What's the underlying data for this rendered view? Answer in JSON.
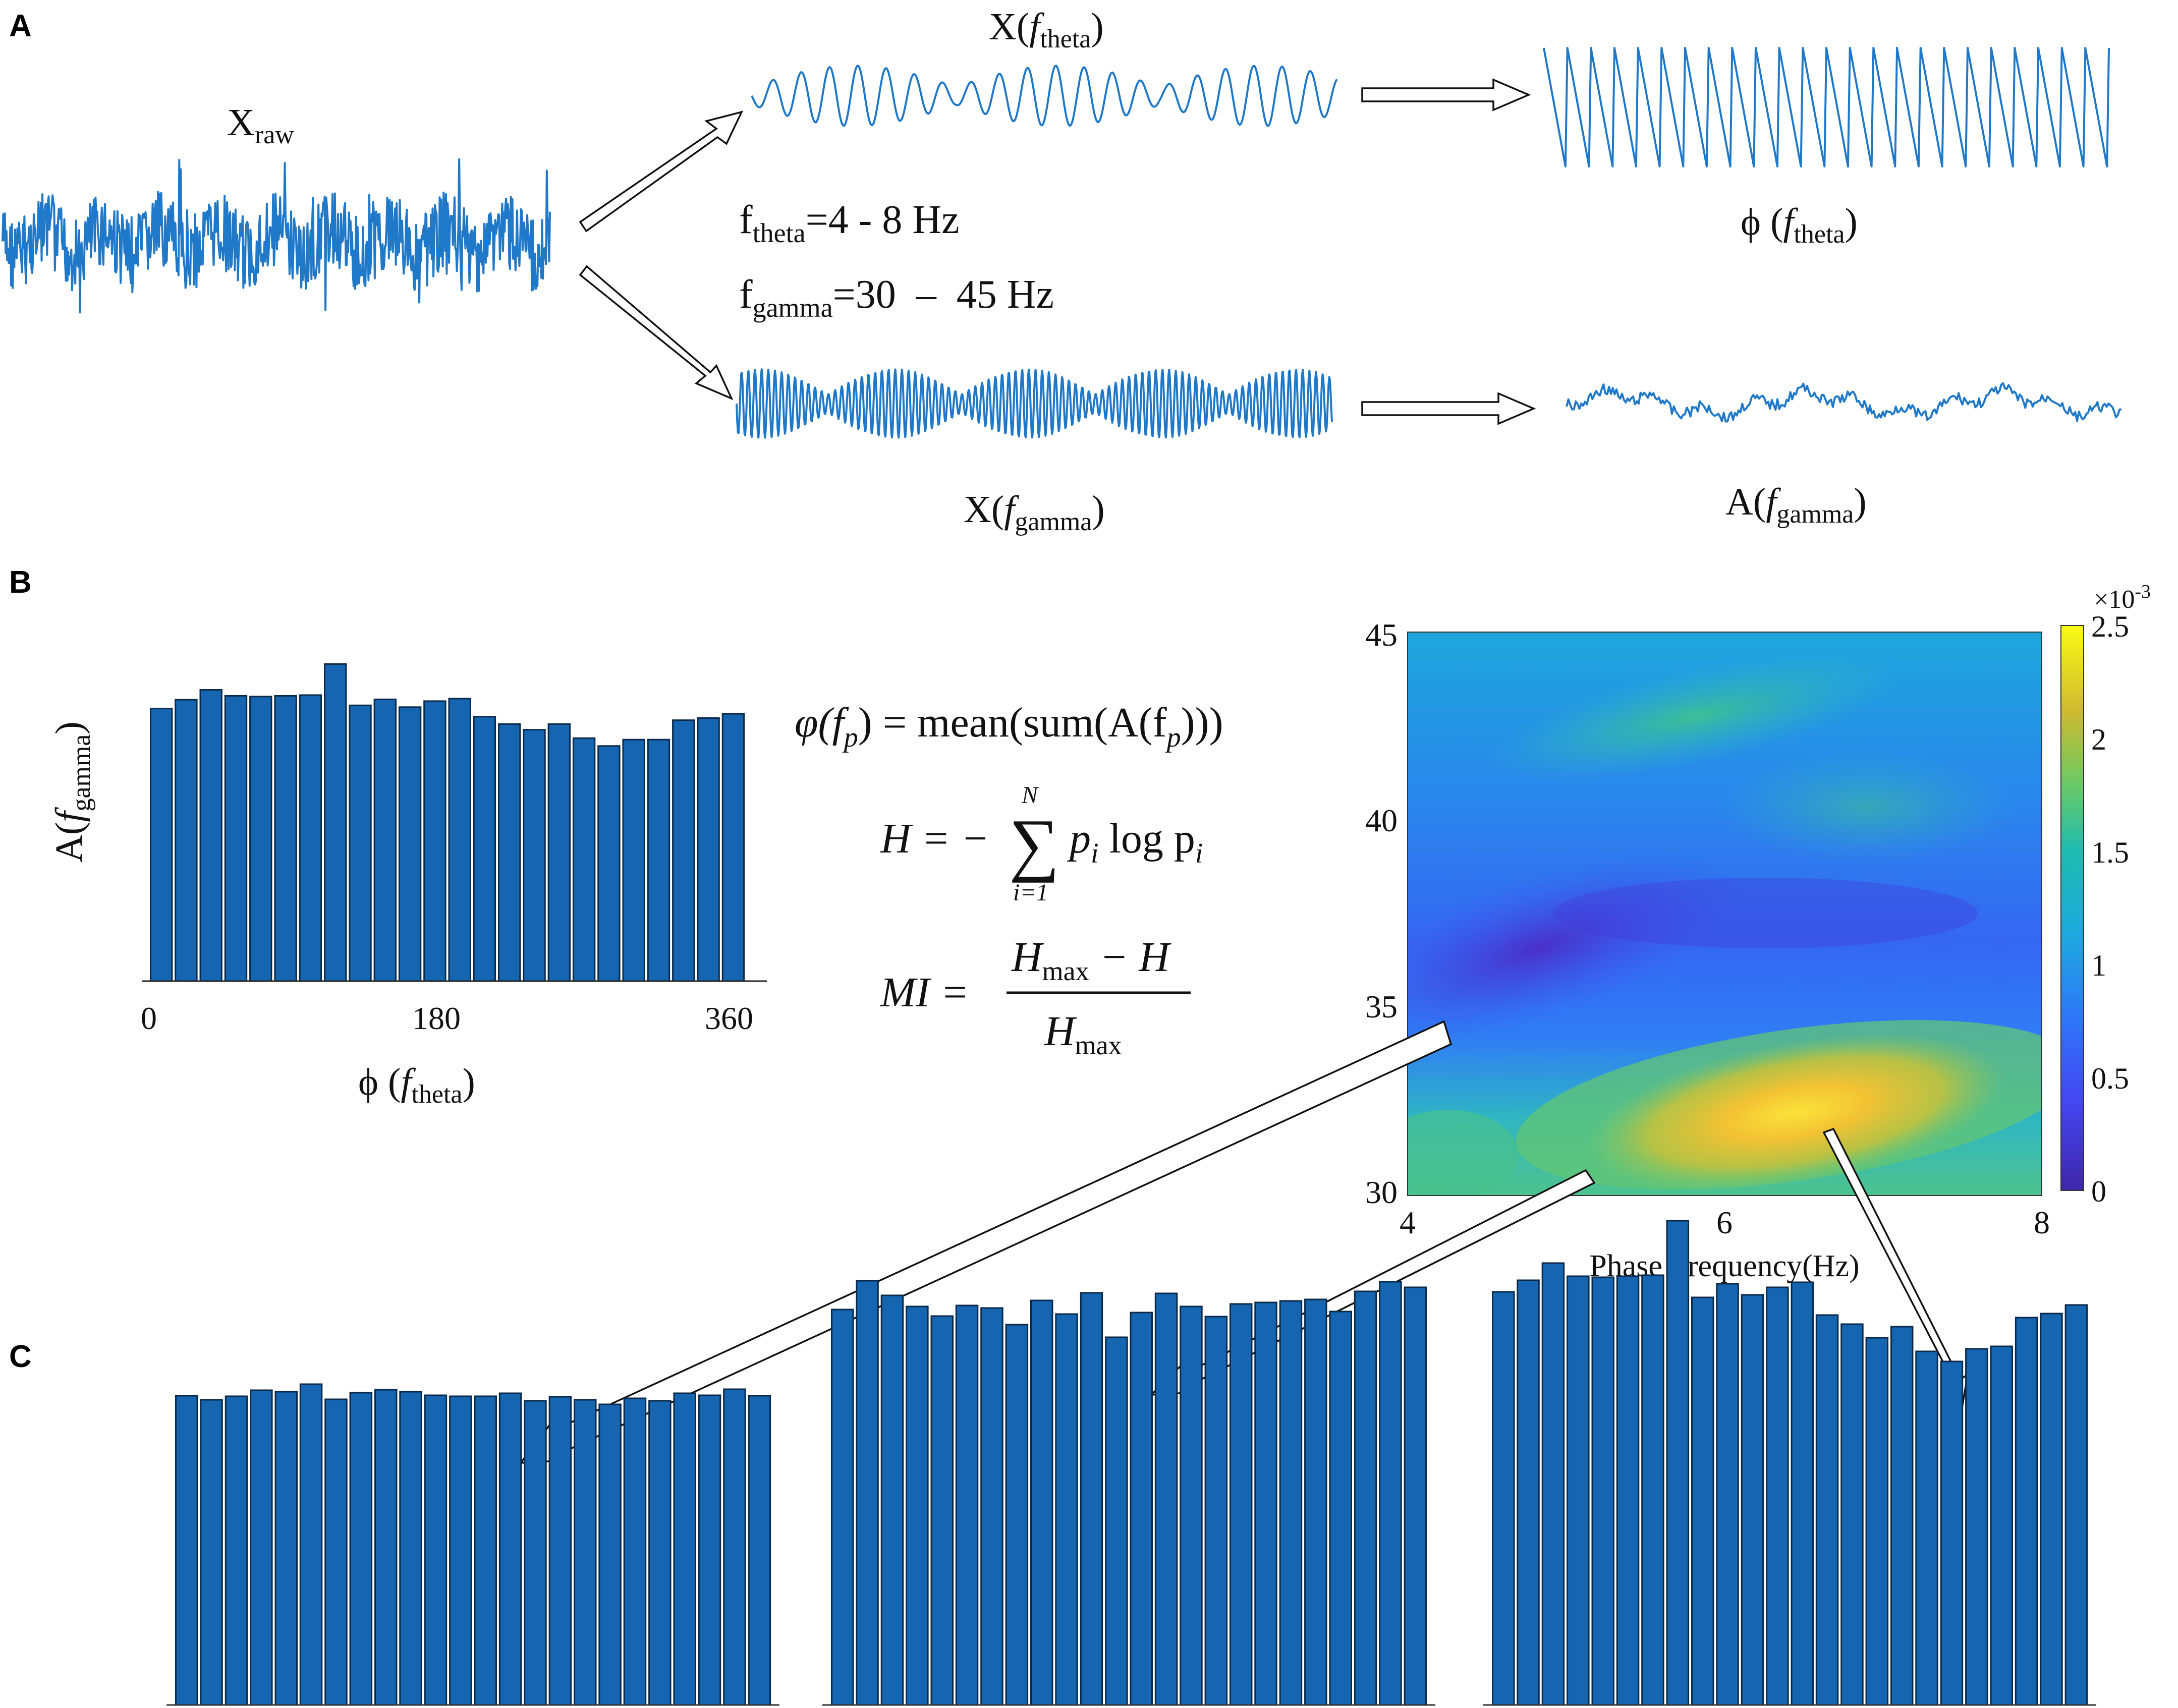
{
  "panel_labels": [
    "A",
    "B",
    "C"
  ],
  "panel_a": {
    "raw_label": {
      "main": "X",
      "sub": "raw"
    },
    "theta_label": {
      "main": "X(",
      "italic": "f",
      "sub": "theta",
      "close": ")"
    },
    "gamma_label": {
      "main": "X(",
      "italic": "f",
      "sub": "gamma",
      "close": ")"
    },
    "phase_label": {
      "main": "ϕ (",
      "italic": "f",
      "sub": "theta",
      "close": ")"
    },
    "amp_label": {
      "main": "A(",
      "italic": "f",
      "sub": "gamma",
      "close": ")"
    },
    "band_theta": {
      "pre": "f",
      "sub": "theta",
      "post": "=4 - 8 Hz"
    },
    "band_gamma": {
      "pre": "f",
      "sub": "gamma",
      "post": "=30  –  45 Hz"
    }
  },
  "formulas": {
    "f1_lhs": "φ(f",
    "f1_sub": "p",
    "f1_mid": ") = mean(sum(A(f",
    "f1_end": ")))",
    "f2_lhs": "H = −",
    "f2_sum": "∑",
    "f2_top": "N",
    "f2_bottom": "i=1",
    "f2_rhs": "p",
    "f2_sub1": "i",
    "f2_log": " log p",
    "f2_sub2": "i",
    "f3_lhs": "MI =",
    "f3_num": "H",
    "f3_num_sub": "max",
    "f3_num_rest": " − H",
    "f3_den": "H",
    "f3_den_sub": "max"
  },
  "chart_data": [
    {
      "type": "bar",
      "panel": "B-left",
      "ylabel": "A(fgamma)",
      "xlabel": "ϕ (ftheta)",
      "xticks": [
        "0",
        "180",
        "360"
      ],
      "xlim": [
        0,
        360
      ],
      "ylim": [
        0,
        1
      ],
      "values": [
        0.772,
        0.797,
        0.825,
        0.808,
        0.806,
        0.808,
        0.81,
        0.898,
        0.781,
        0.798,
        0.776,
        0.793,
        0.8,
        0.749,
        0.728,
        0.712,
        0.728,
        0.688,
        0.666,
        0.684,
        0.684,
        0.739,
        0.745,
        0.757
      ]
    },
    {
      "type": "heatmap",
      "panel": "B-right",
      "xlabel": "Phase Frequency(Hz)",
      "xticks": [
        "4",
        "6",
        "8"
      ],
      "yticks": [
        "30",
        "35",
        "40",
        "45"
      ],
      "xlim": [
        4,
        8
      ],
      "ylim": [
        30,
        45
      ],
      "colorbar": {
        "ticks": [
          "0",
          "0.5",
          "1",
          "1.5",
          "2",
          "2.5"
        ],
        "range": [
          0,
          0.0025
        ],
        "exponent": "×10",
        "exponent_power": "-3"
      },
      "colormap": "parula"
    },
    {
      "type": "bar",
      "panel": "C-1",
      "ylim": [
        0,
        1
      ],
      "values": [
        0.613,
        0.605,
        0.612,
        0.624,
        0.621,
        0.636,
        0.606,
        0.619,
        0.625,
        0.621,
        0.614,
        0.612,
        0.612,
        0.618,
        0.603,
        0.611,
        0.605,
        0.596,
        0.608,
        0.603,
        0.618,
        0.614,
        0.626,
        0.613
      ]
    },
    {
      "type": "bar",
      "panel": "C-2",
      "ylim": [
        0,
        1
      ],
      "values": [
        0.784,
        0.841,
        0.812,
        0.79,
        0.771,
        0.792,
        0.787,
        0.754,
        0.802,
        0.775,
        0.817,
        0.729,
        0.778,
        0.816,
        0.79,
        0.77,
        0.795,
        0.798,
        0.801,
        0.804,
        0.78,
        0.82,
        0.839,
        0.828
      ]
    },
    {
      "type": "bar",
      "panel": "C-3",
      "ylim": [
        0,
        1
      ],
      "values": [
        0.819,
        0.842,
        0.876,
        0.85,
        0.848,
        0.85,
        0.852,
        0.96,
        0.808,
        0.835,
        0.813,
        0.828,
        0.838,
        0.773,
        0.755,
        0.728,
        0.75,
        0.701,
        0.681,
        0.706,
        0.711,
        0.768,
        0.776,
        0.793
      ]
    }
  ]
}
